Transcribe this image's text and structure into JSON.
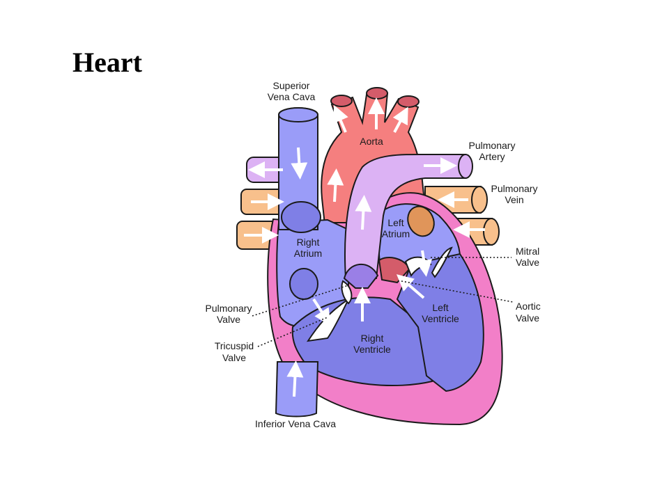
{
  "title": "Heart",
  "labels": {
    "superior_vena_cava": [
      "Superior",
      "Vena Cava"
    ],
    "aorta": [
      "Aorta"
    ],
    "pulmonary_artery": [
      "Pulmonary",
      "Artery"
    ],
    "pulmonary_vein": [
      "Pulmonary",
      "Vein"
    ],
    "left_atrium": [
      "Left",
      "Atrium"
    ],
    "right_atrium": [
      "Right",
      "Atrium"
    ],
    "mitral_valve": [
      "Mitral",
      "Valve"
    ],
    "aortic_valve": [
      "Aortic",
      "Valve"
    ],
    "left_ventricle": [
      "Left",
      "Ventricle"
    ],
    "pulmonary_valve": [
      "Pulmonary",
      "Valve"
    ],
    "right_ventricle": [
      "Right",
      "Ventricle"
    ],
    "tricuspid_valve": [
      "Tricuspid",
      "Valve"
    ],
    "inferior_vena_cava": [
      "Inferior Vena Cava"
    ]
  },
  "colors": {
    "deoxygenated": "#9a9cf8",
    "oxygenated": "#f57f7f",
    "pulmonary_artery": "#dcb2f4",
    "pulmonary_vein": "#f8c08c",
    "wall": "#f27fc8",
    "ventricle": "#7f7fe6"
  }
}
